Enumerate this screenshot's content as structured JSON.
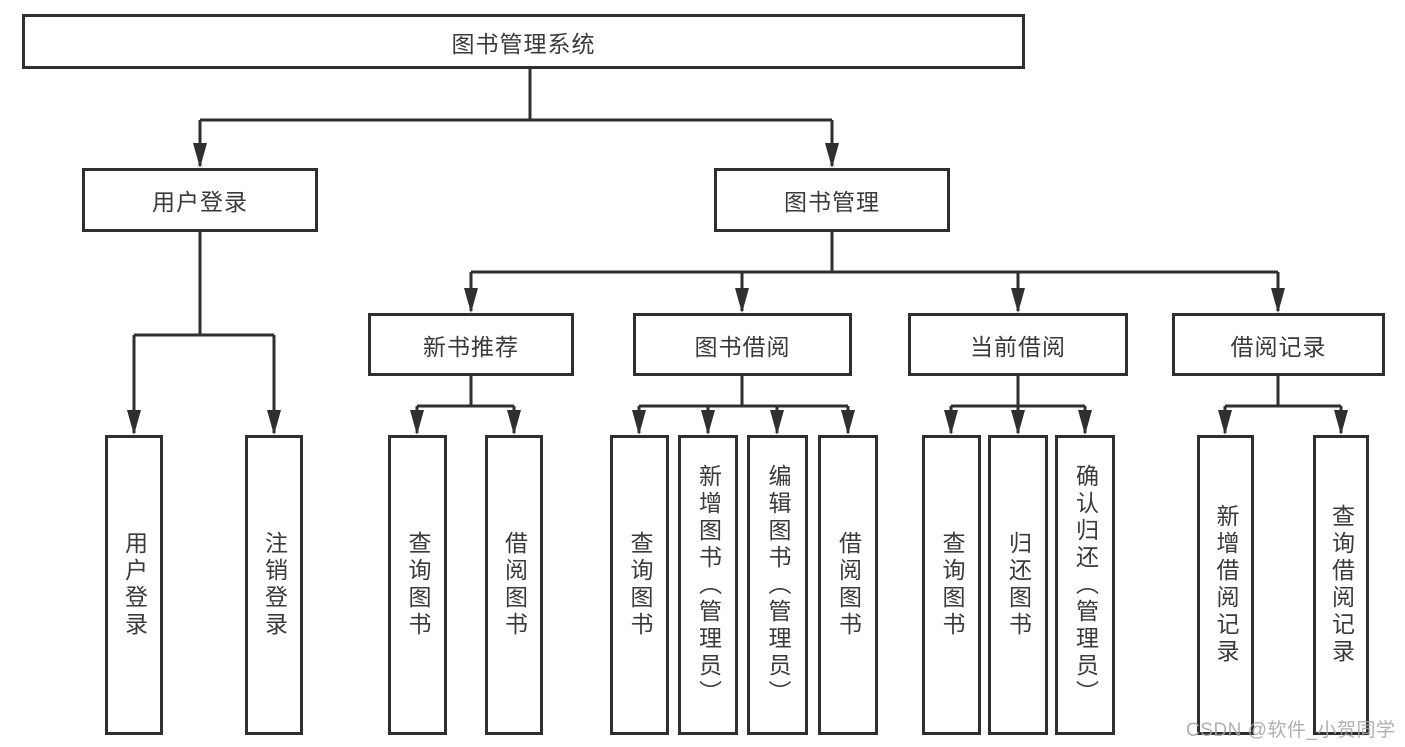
{
  "tree": {
    "root": {
      "label": "图书管理系统"
    },
    "branches": [
      {
        "label": "用户登录",
        "children": [
          {
            "label": "用户登录"
          },
          {
            "label": "注销登录"
          }
        ]
      },
      {
        "label": "图书管理",
        "children": [
          {
            "label": "新书推荐",
            "children": [
              {
                "label": "查询图书"
              },
              {
                "label": "借阅图书"
              }
            ]
          },
          {
            "label": "图书借阅",
            "children": [
              {
                "label": "查询图书"
              },
              {
                "label": "新增图书（管理员）"
              },
              {
                "label": "编辑图书（管理员）"
              },
              {
                "label": "借阅图书"
              }
            ]
          },
          {
            "label": "当前借阅",
            "children": [
              {
                "label": "查询图书"
              },
              {
                "label": "归还图书"
              },
              {
                "label": "确认归还（管理员）"
              }
            ]
          },
          {
            "label": "借阅记录",
            "children": [
              {
                "label": "新增借阅记录"
              },
              {
                "label": "查询借阅记录"
              }
            ]
          }
        ]
      }
    ]
  },
  "watermark": "CSDN @软件_小贺同学",
  "colors": {
    "line": "#2f2f2f",
    "text": "#3a3a3a",
    "background": "#ffffff",
    "watermark": "#a8a8a8"
  }
}
